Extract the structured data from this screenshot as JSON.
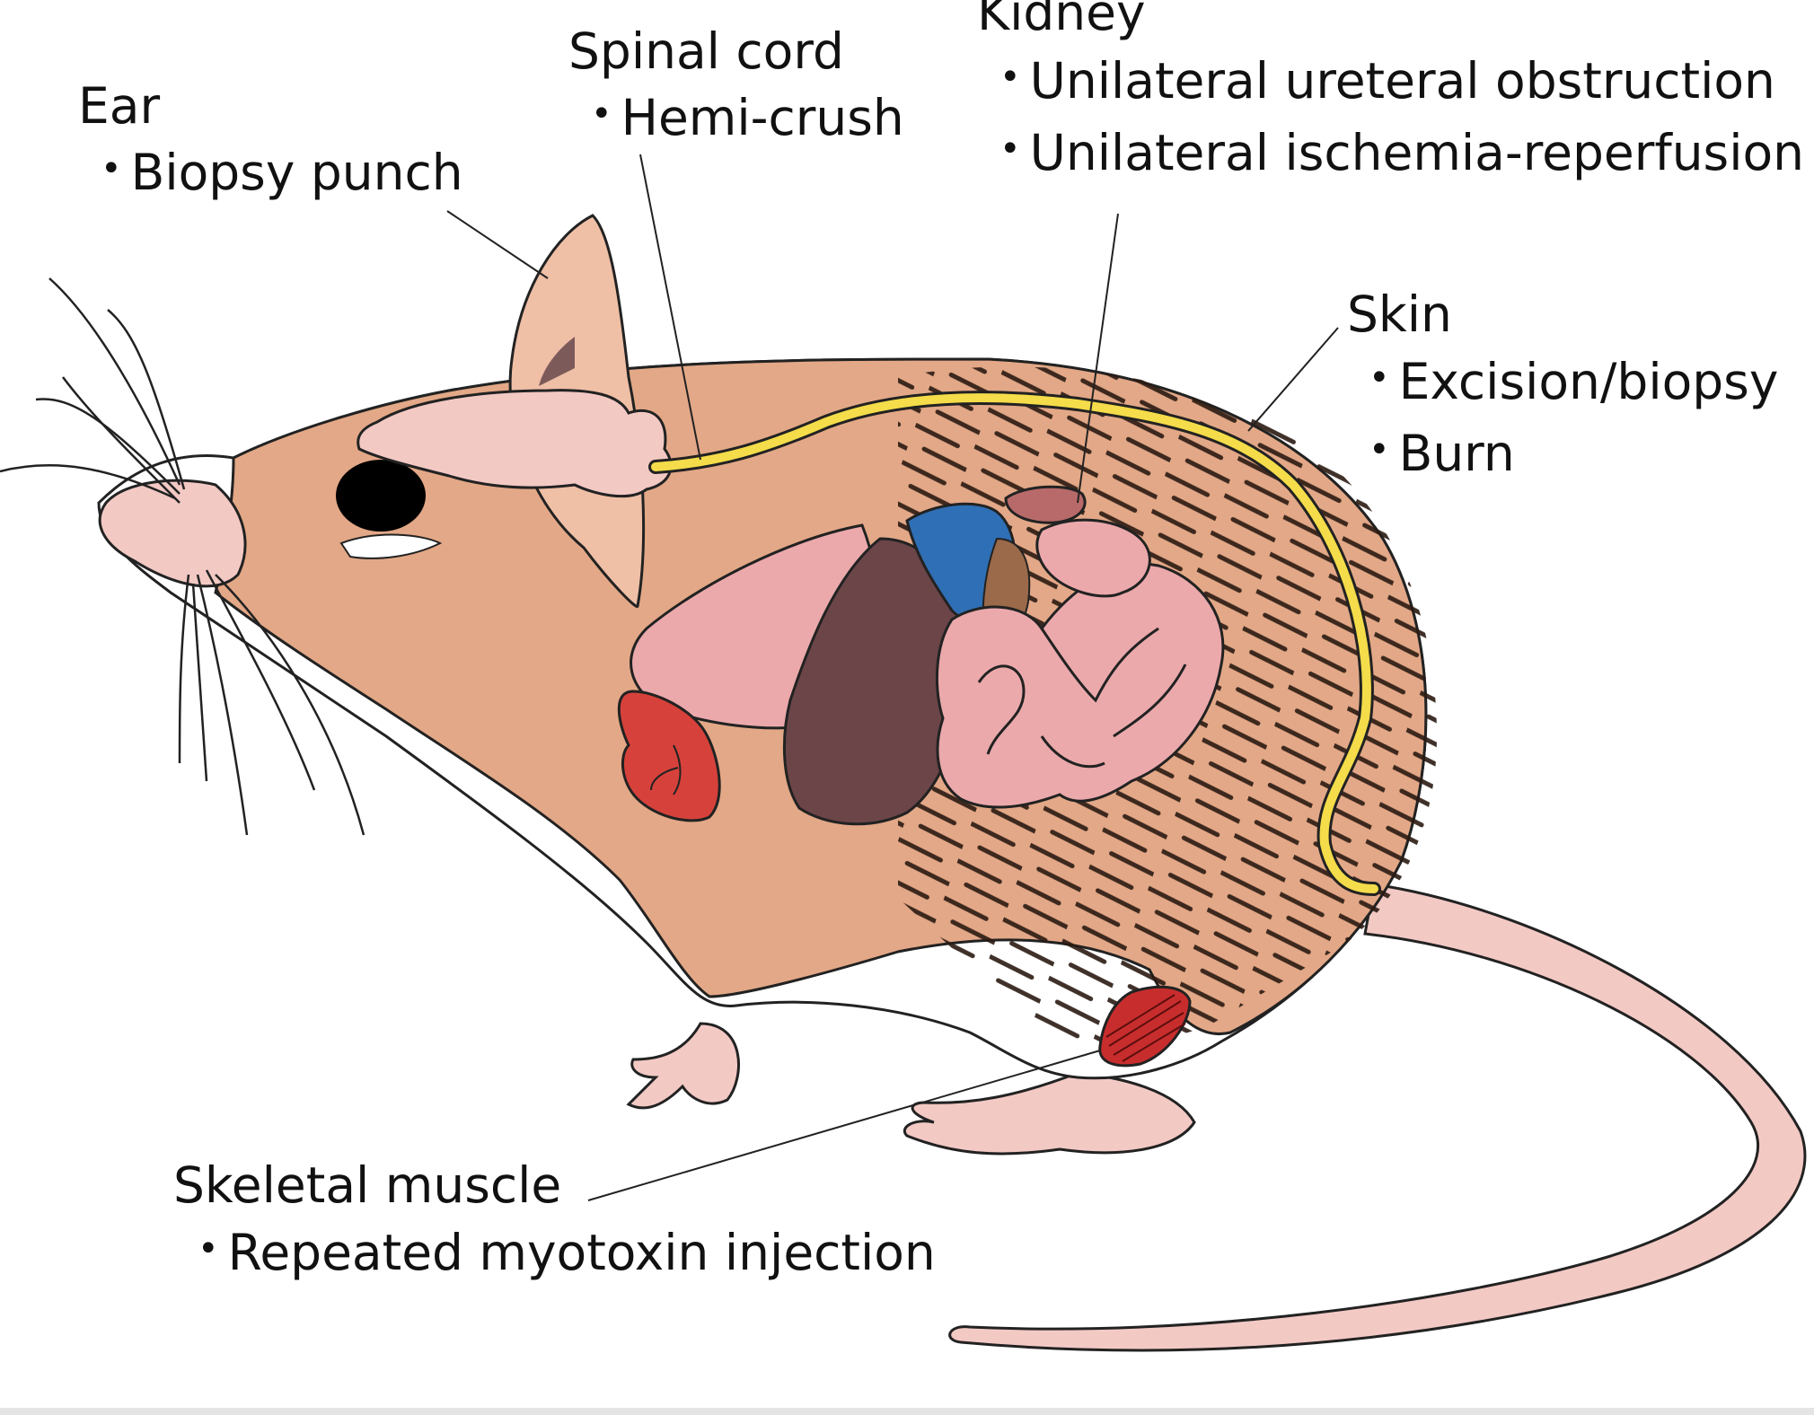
{
  "labels": {
    "ear": {
      "title": "Ear",
      "items": [
        "Biopsy punch"
      ]
    },
    "spinal_cord": {
      "title": "Spinal cord",
      "items": [
        "Hemi-crush"
      ]
    },
    "kidney": {
      "title": "Kidney",
      "items": [
        "Unilateral ureteral obstruction",
        "Unilateral ischemia-reperfusion"
      ]
    },
    "skin": {
      "title": "Skin",
      "items": [
        "Excision/biopsy",
        "Burn"
      ]
    },
    "skeletal_muscle": {
      "title": "Skeletal muscle",
      "items": [
        "Repeated myotoxin injection"
      ]
    }
  },
  "colors": {
    "fur": "#e3a887",
    "belly": "#ffffff",
    "pink": "#f3c9c4",
    "organ_pink": "#eba9ab",
    "liver": "#6c4549",
    "stomach": "#2f6fb6",
    "heart": "#d6423b",
    "kidney": "#b86a6a",
    "spinal_cord": "#f4dc4a",
    "muscle": "#c82d2d",
    "outline": "#222222"
  }
}
